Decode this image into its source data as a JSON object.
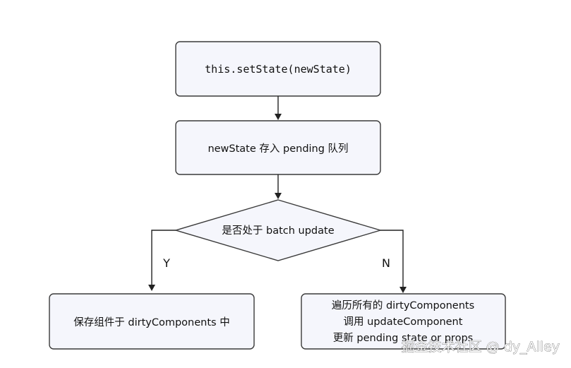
{
  "nodes": {
    "set_state": "this.setState(newState)",
    "pending": "newState  存入 pending 队列",
    "decision": "是否处于 batch update",
    "save_dirty": "保存组件于 dirtyComponents 中",
    "process_line1": "遍历所有的 dirtyComponents",
    "process_line2": "调用 updateComponent",
    "process_line3": "更新 pending state or props"
  },
  "branches": {
    "yes": "Y",
    "no": "N"
  },
  "watermark": "掘金技术社区 @ dy_Alley"
}
